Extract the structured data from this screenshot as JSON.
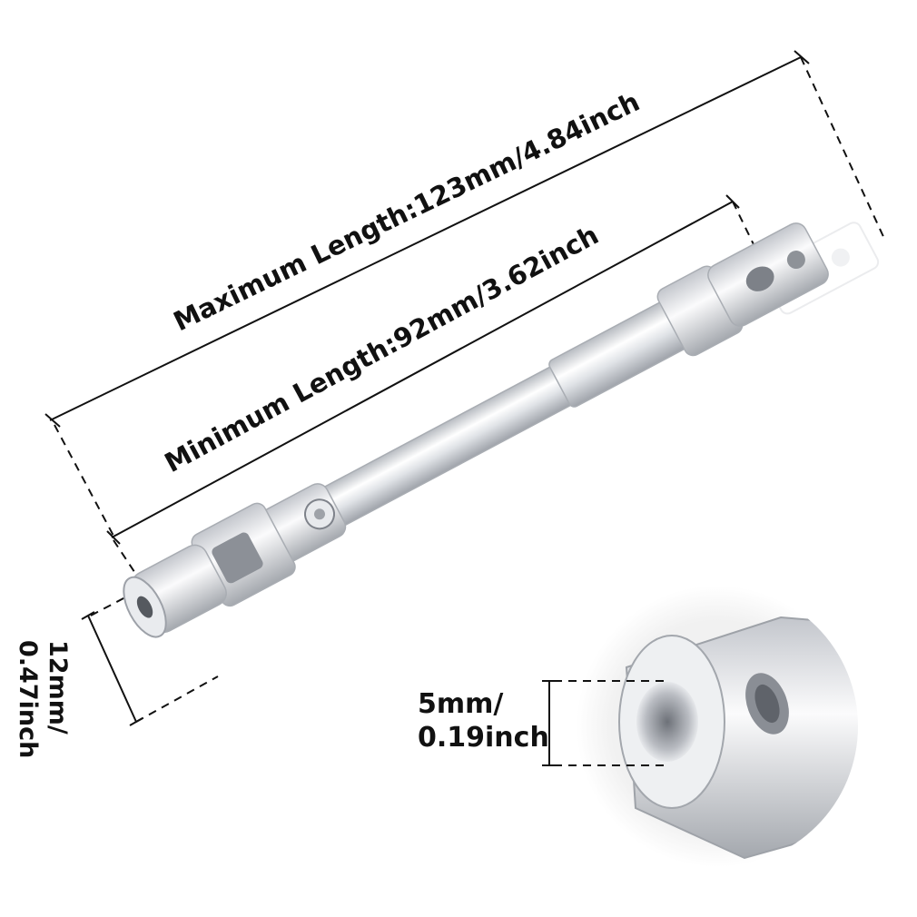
{
  "labels": {
    "max_length": "Maximum Length:123mm/4.84inch",
    "min_length": "Minimum Length:92mm/3.62inch",
    "diameter_line1": "12mm/",
    "diameter_line2": "0.47inch",
    "bore_line1": "5mm/",
    "bore_line2": "0.19inch"
  },
  "colors": {
    "metal_light": "#f4f5f7",
    "metal_mid": "#d4d7db",
    "metal_dark": "#9a9ea5",
    "inset_bg": "#efefef",
    "line": "#111111"
  }
}
